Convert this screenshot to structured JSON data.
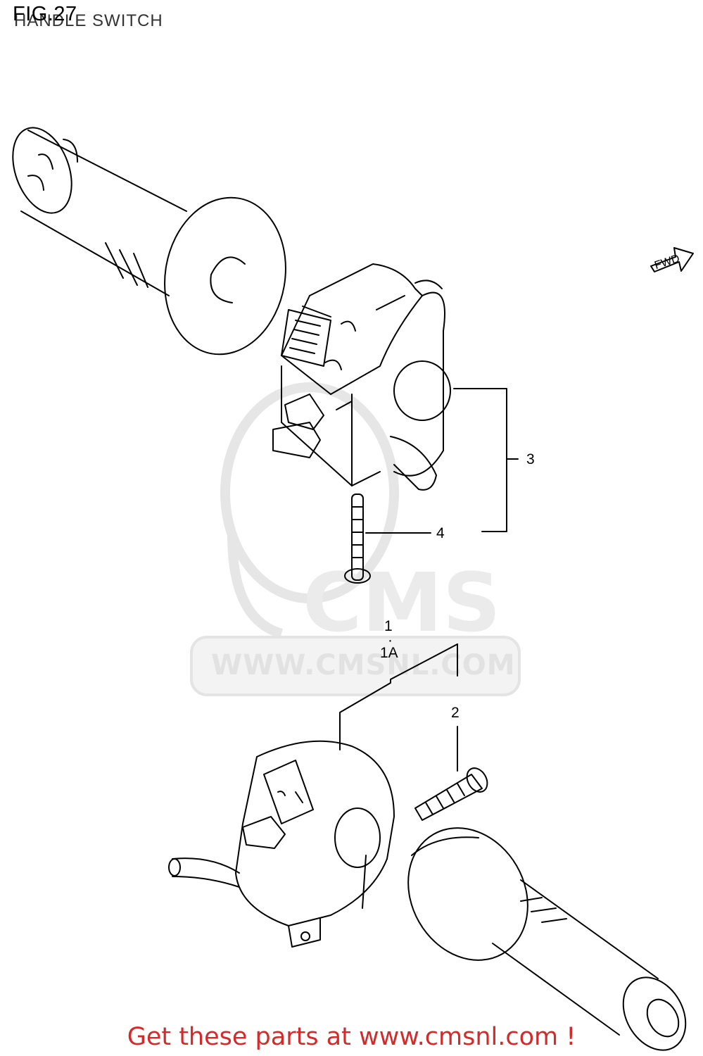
{
  "figure": {
    "number_label": "FIG.27",
    "title": "HANDLE SWITCH"
  },
  "watermark": {
    "brand": "CMS",
    "url": "WWW.CMSNL.COM"
  },
  "direction_marker": "FWD",
  "callouts": [
    {
      "id": "3",
      "label": "3"
    },
    {
      "id": "4",
      "label": "4"
    },
    {
      "id": "1",
      "label": "1"
    },
    {
      "id": "1A",
      "label": "1A"
    },
    {
      "id": "2",
      "label": "2"
    }
  ],
  "footer": {
    "text": "Get these parts at www.cmsnl.com !"
  },
  "colors": {
    "line": "#000000",
    "watermark": "#e2e2e2",
    "footer": "#d22b2b"
  }
}
